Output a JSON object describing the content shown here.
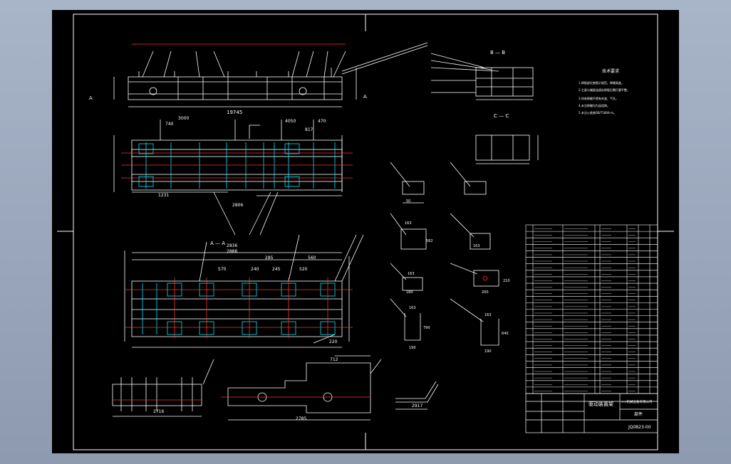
{
  "colors": {
    "background_outer": "#98a4b8",
    "paper": "#000000",
    "line": "#ffffff",
    "centerline": "#ff3030",
    "highlight": "#00e5ff"
  },
  "labels": {
    "total_length_top": "19745",
    "dim_3000": "3000",
    "dim_740": "740",
    "dim_4050": "4050",
    "dim_470": "470",
    "dim_817": "817",
    "dim_1231": "1231",
    "dim_2806_a": "2806",
    "dim_2836": "2836",
    "dim_2886": "2886",
    "dim_570": "570",
    "dim_240": "240",
    "dim_285": "285",
    "dim_245": "245",
    "dim_520": "520",
    "dim_560": "560",
    "dim_220": "220",
    "dim_2716": "2716",
    "dim_2785": "2785",
    "dim_712": "712",
    "dim_2917": "2917",
    "section_aa": "A — A",
    "section_bb": "B — B",
    "section_cc": "C — C",
    "view_a_left": "A",
    "view_a_right": "A",
    "tech_title": "技术要求",
    "tech_line1": "1.焊接部位按图示规范，焊缝高度。",
    "tech_line2": "2.主梁与端梁连接处焊接后需打磨平整。",
    "tech_line3": "3.所有焊缝不得有夹渣、气孔。",
    "tech_line4": "4.未注焊缝均为连续焊。",
    "tech_line5": "5.未注公差按GB/T1804-m。",
    "title_name": "驱动装置架",
    "title_company": "××机械设备有限公司",
    "title_sub": "部件",
    "drawing_no": "JQ0823-00",
    "detail_163_a": "163",
    "detail_163_b": "163",
    "detail_163_c": "163",
    "detail_163_d": "163",
    "detail_163_e": "163",
    "detail_582": "582",
    "detail_200": "200",
    "detail_210": "210",
    "detail_180": "180",
    "detail_190_a": "190",
    "detail_190_b": "190",
    "detail_790": "790",
    "detail_640": "640",
    "detail_50": "50"
  }
}
